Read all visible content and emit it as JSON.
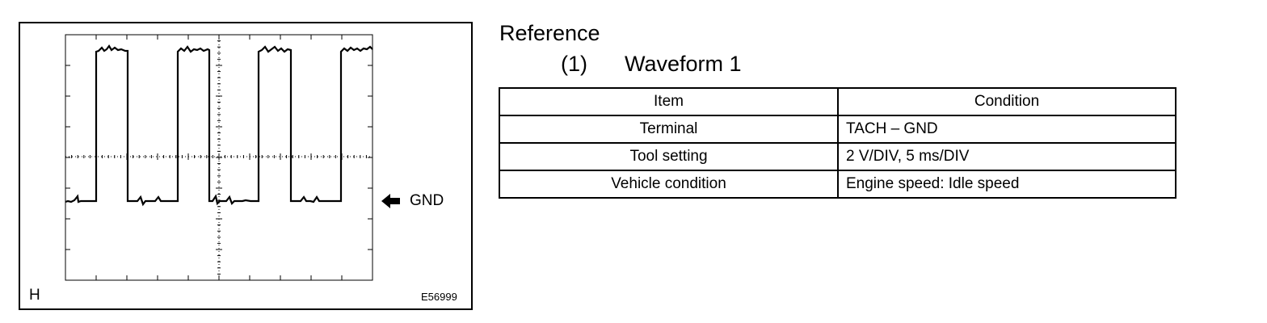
{
  "figure": {
    "gnd_label": "GND",
    "panel_letter": "H",
    "figure_id": "E56999"
  },
  "reference": {
    "title": "Reference",
    "waveform_number": "(1)",
    "waveform_title": "Waveform 1"
  },
  "table": {
    "headers": [
      "Item",
      "Condition"
    ],
    "rows": [
      {
        "item": "Terminal",
        "condition": "TACH – GND"
      },
      {
        "item": "Tool setting",
        "condition": "2 V/DIV, 5 ms/DIV"
      },
      {
        "item": "Vehicle condition",
        "condition": "Engine speed: Idle speed"
      }
    ]
  }
}
